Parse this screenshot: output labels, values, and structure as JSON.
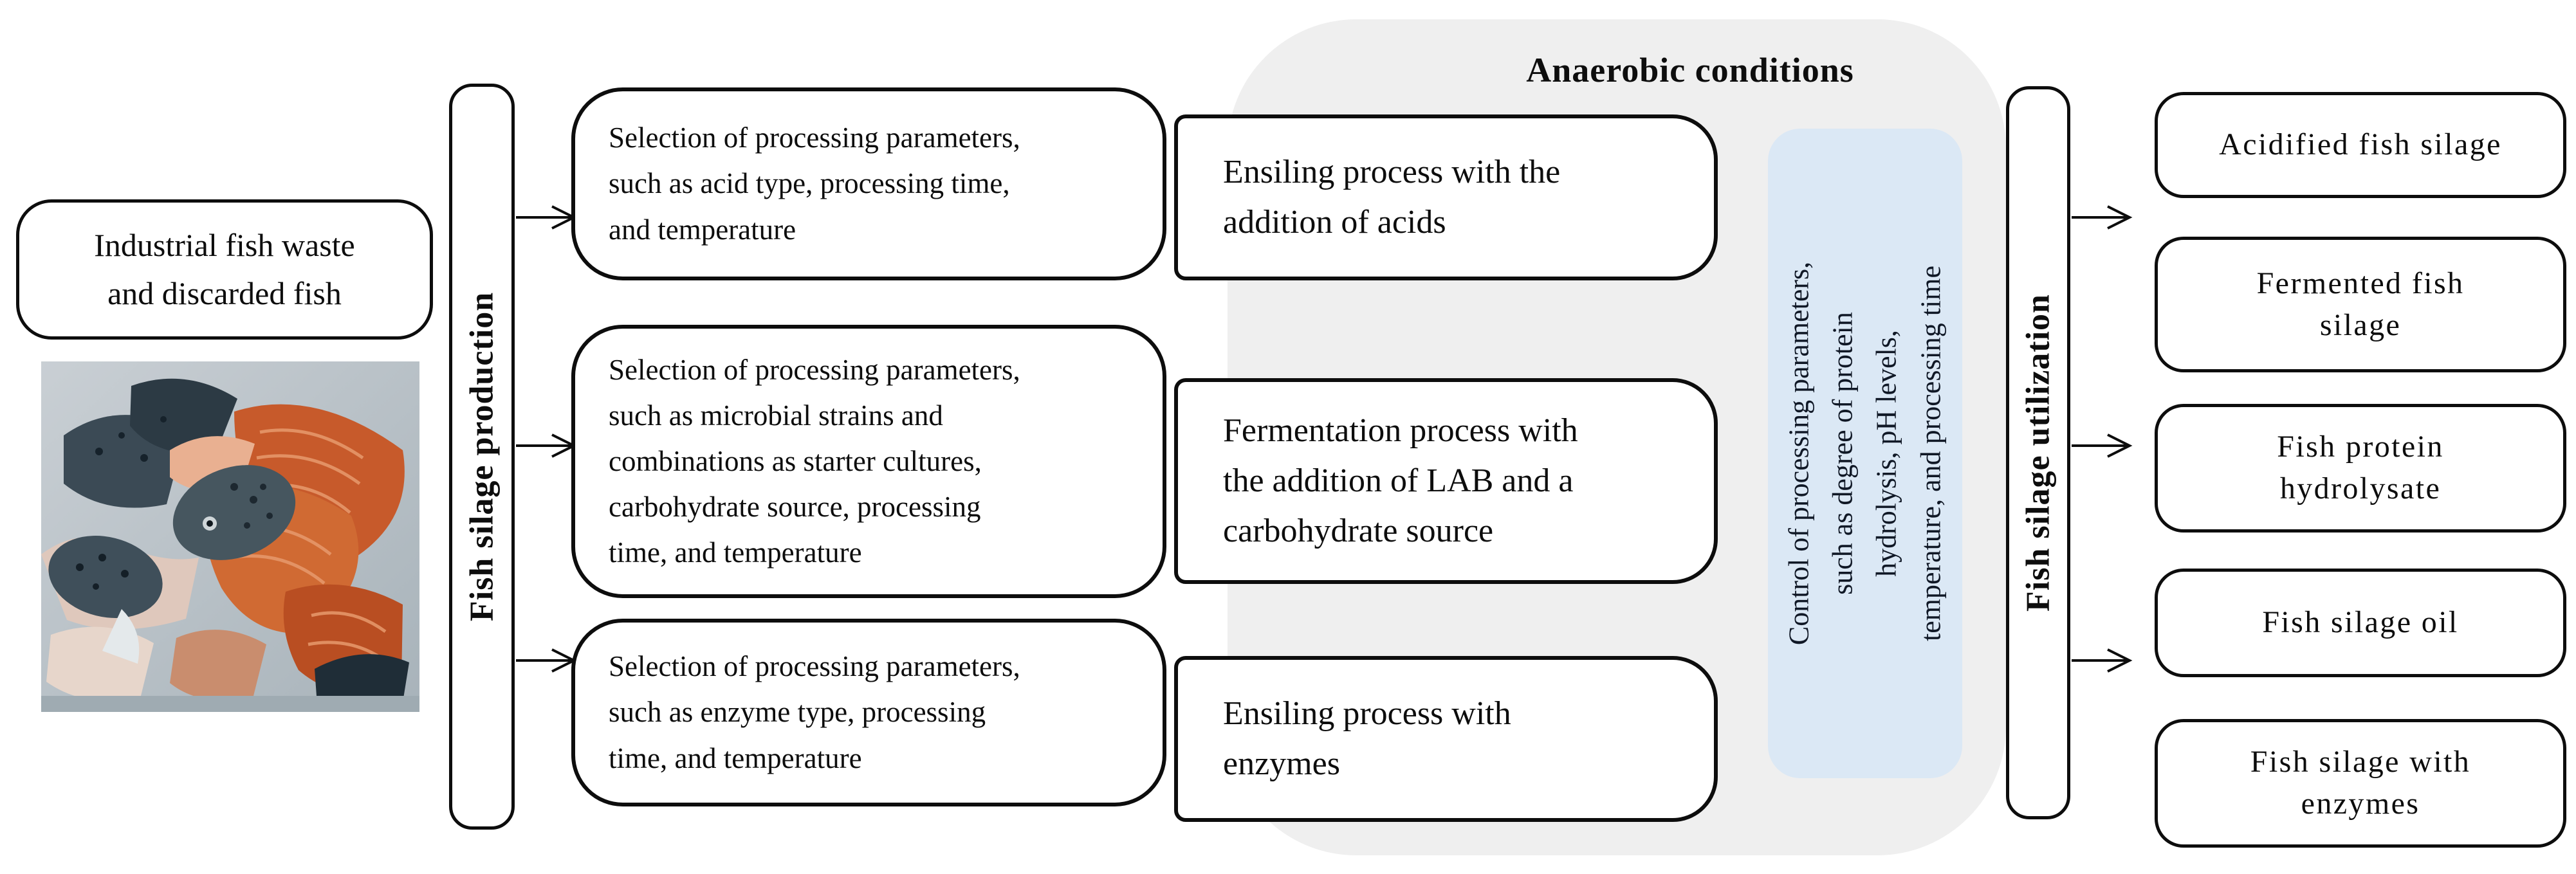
{
  "source": {
    "label": "Industrial fish waste\nand discarded fish"
  },
  "production_bar": {
    "label": "Fish silage production"
  },
  "selection_boxes": [
    {
      "text": "Selection of processing parameters,\nsuch as acid type, processing time,\nand temperature"
    },
    {
      "text": "Selection of processing parameters,\nsuch as microbial strains and\ncombinations as starter cultures,\ncarbohydrate source, processing\ntime, and temperature"
    },
    {
      "text": "Selection of processing parameters,\nsuch as enzyme type, processing\ntime, and temperature"
    }
  ],
  "anaerobic": {
    "title": "Anaerobic conditions",
    "process_boxes": [
      {
        "text": "Ensiling process with the\naddition of acids"
      },
      {
        "text": "Fermentation process with\nthe addition of LAB and a\ncarbohydrate source"
      },
      {
        "text": "Ensiling process with\nenzymes"
      }
    ],
    "control_box": {
      "text": "Control of processing parameters,\nsuch as degree of protein\nhydrolysis, pH levels,\ntemperature, and processing time"
    }
  },
  "utilization_bar": {
    "label": "Fish silage utilization"
  },
  "products": [
    {
      "text": "Acidified fish silage"
    },
    {
      "text": "Fermented fish\nsilage"
    },
    {
      "text": "Fish protein\nhydrolysate"
    },
    {
      "text": "Fish silage oil"
    },
    {
      "text": "Fish silage with\nenzymes"
    }
  ],
  "colors": {
    "anaerobic_region_bg": "#efefef",
    "control_box_bg": "#dbe8f5",
    "box_border": "#0d0d0d",
    "text": "#0d0d0d"
  }
}
